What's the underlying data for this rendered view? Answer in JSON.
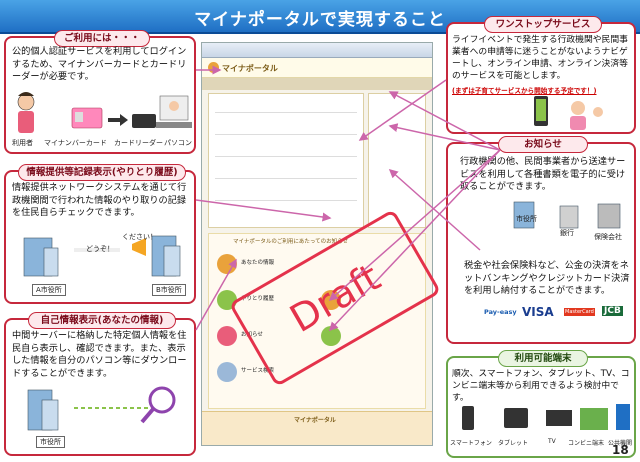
{
  "title": "マイナポータルで実現すること",
  "page_number": "18",
  "panels": {
    "riyou": {
      "header": "ご利用には・・・",
      "text": "公的個人認証サービスを利用してログインするため、マイナンバーカードとカードリーダーが必要です。",
      "labels": [
        "利用者",
        "マイナンバーカード",
        "カードリーダー",
        "パソコン"
      ]
    },
    "joho_teikyo": {
      "header": "情報提供等記録表示(やりとり履歴)",
      "text": "情報提供ネットワークシステムを通じて行政機関間で行われた情報のやり取りの記録を住民自らチェックできます。",
      "labels": [
        "A市役所",
        "B市役所"
      ],
      "speech": [
        "ください！",
        "どうぞ！"
      ]
    },
    "jiko_joho": {
      "header": "自己情報表示(あなたの情報)",
      "text": "中間サーバーに格納した特定個人情報を住民自ら表示し、確認できます。また、表示した情報を自分のパソコン等にダウンロードすることができます。",
      "labels": [
        "市役所"
      ]
    },
    "one_stop": {
      "header": "ワンストップサービス",
      "text": "ライフイベントで発生する行政機関や民間事業者への申請等に迷うことがないようナビゲートし、オンライン申請、オンライン決済等のサービスを可能とします。",
      "note": "(まずは子育てサービスから開始する予定です！)"
    },
    "oshirase": {
      "header": "お知らせ",
      "text": "行政機関の他、民間事業者から送達サービスを利用して各種書類を電子的に受け取ることができます。",
      "labels": [
        "市役所",
        "銀行",
        "保険会社"
      ],
      "text2": "税金や社会保険料など、公金の決済をネットバンキングやクレジットカード決済を利用し納付することができます。",
      "payments": [
        "Pay-easy",
        "VISA",
        "MasterCard",
        "JCB"
      ]
    },
    "riyou_kanou": {
      "header": "利用可能端末",
      "text": "順次、スマートフォン、タブレット、TV、コンビニ端末等から利用できるよう検討中です。",
      "labels": [
        "スマートフォン",
        "タブレット",
        "TV",
        "コンビニ端末",
        "公共機関"
      ]
    }
  },
  "portal": {
    "logo": "マイナポータル",
    "section": "マイナポータルのご利用にあたってのお知らせ",
    "services": [
      "あなたの情報",
      "やりとり履歴",
      "お知らせ",
      "サービス検索"
    ],
    "footer_logo": "マイナポータル",
    "watermark": "Draft"
  },
  "colors": {
    "title_bg": "#1f6fc4",
    "red_border": "#c6283c",
    "green_border": "#6aa548",
    "arrow": "#cc66aa"
  }
}
